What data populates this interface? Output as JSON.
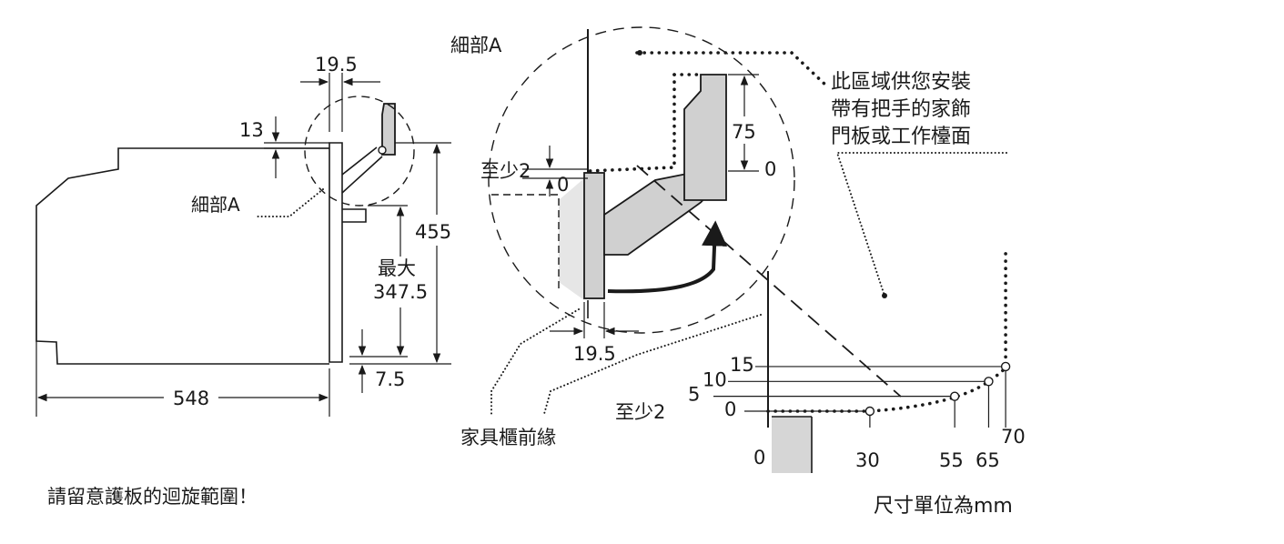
{
  "labels": {
    "detail_a_top": "細部A",
    "detail_a_side": "細部A",
    "note_area": [
      "此區域供您安裝",
      "帶有把手的家飾",
      "門板或工作檯面"
    ],
    "min2_detail": "至少2",
    "min2_chart": "至少2",
    "cabinet_front": "家具櫃前緣",
    "warning": "請留意護板的迴旋範圍！",
    "units": "尺寸單位為mm",
    "max_label": "最大"
  },
  "dimensions": {
    "d19_5_top": "19.5",
    "d13": "13",
    "d455": "455",
    "d347_5": "347.5",
    "d7_5": "7.5",
    "d548": "548",
    "d75": "75",
    "d0_detail_right": "0",
    "d0_detail_left": "0",
    "d19_5_bottom": "19.5"
  },
  "swing_chart": {
    "y_labels": [
      "15",
      "10",
      "5",
      "0"
    ],
    "x_labels": [
      "0",
      "30",
      "55",
      "65",
      "70"
    ],
    "points": [
      {
        "x": 30,
        "y": 0
      },
      {
        "x": 55,
        "y": 5
      },
      {
        "x": 65,
        "y": 10
      },
      {
        "x": 70,
        "y": 15
      }
    ]
  }
}
